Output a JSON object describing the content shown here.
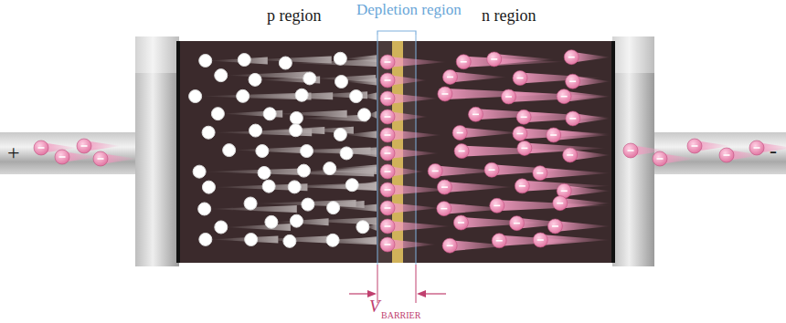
{
  "diagram": {
    "labels": [
      "p region",
      "Depletion region",
      "n region",
      "+",
      "-",
      "V",
      "BARRIER"
    ]
  }
}
